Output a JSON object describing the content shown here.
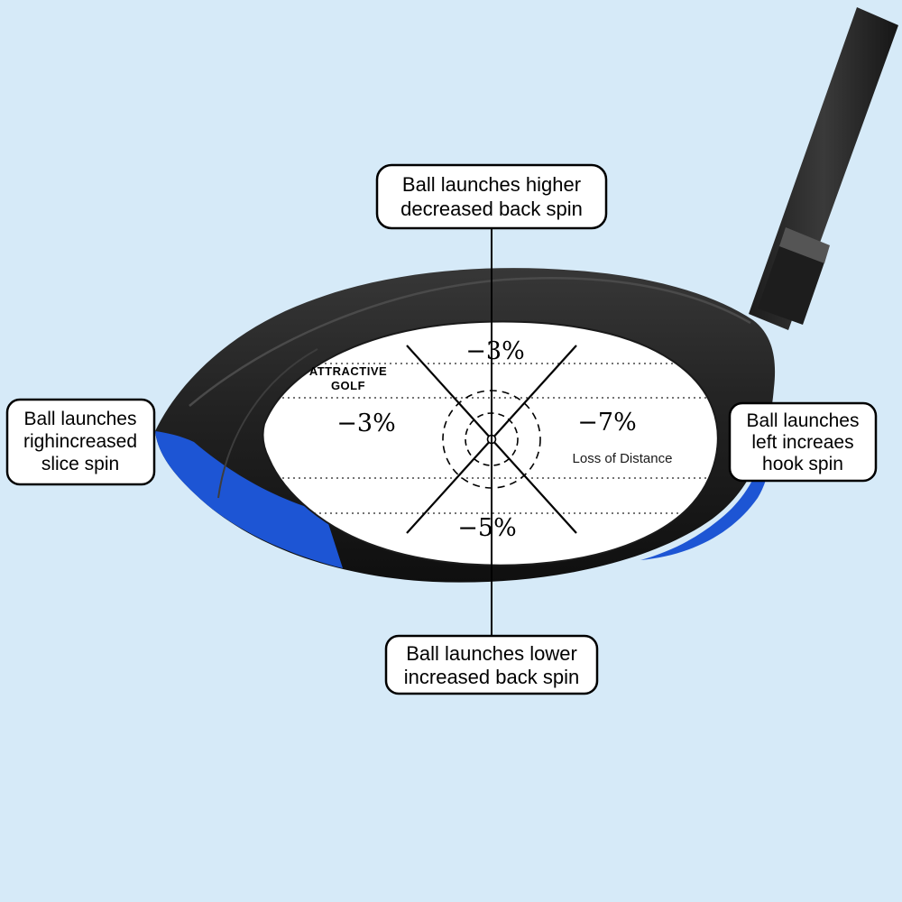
{
  "diagram_title": "golf-driver-face-impact-sticker-diagram",
  "colors": {
    "background": "#d6eaf8",
    "club_dark_top": "#343434",
    "club_dark_bottom": "#111111",
    "club_blue": "#1d55d4",
    "sticker_white": "#ffffff",
    "line_black": "#000000"
  },
  "callouts": {
    "top": {
      "line1": "Ball launches higher",
      "line2": "decreased back spin"
    },
    "left": {
      "line1": "Ball launches",
      "line2": "righincreased",
      "line3": "slice spin"
    },
    "right": {
      "line1": "Ball launches",
      "line2": "left increaes",
      "line3": "hook spin"
    },
    "bottom": {
      "line1": "Ball launches lower",
      "line2": "increased back spin"
    }
  },
  "sticker": {
    "brand_line1": "ATTRACTIVE",
    "brand_line2": "GOLF",
    "top_value": "−3%",
    "left_value": "−3%",
    "right_value": "−7%",
    "bottom_value": "−5%",
    "note": "Loss of Distance"
  }
}
